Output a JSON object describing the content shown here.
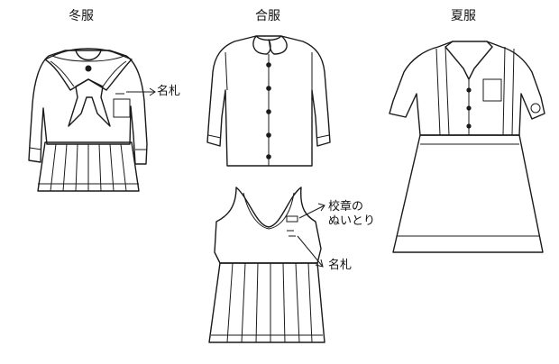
{
  "titles": {
    "winter": "冬服",
    "spring_autumn": "合服",
    "summer": "夏服"
  },
  "annotations": {
    "winter_name_tag": "名札",
    "badge_line1": "校章の",
    "badge_line2": "ぬいとり",
    "jumper_name_tag": "名札"
  }
}
